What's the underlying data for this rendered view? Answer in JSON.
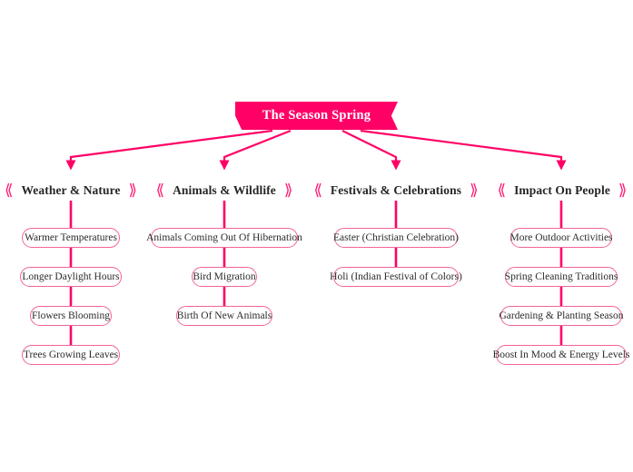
{
  "diagram": {
    "title": "The Season Spring",
    "colors": {
      "accent": "#FF0066",
      "chevron": "#FF1A75",
      "pill_border": "#F2649B",
      "text": "#262626",
      "background": "#FFFFFF"
    },
    "chevron_left": "⟪",
    "chevron_right": "⟫",
    "branches": [
      {
        "header": "Weather & Nature",
        "leaves": [
          "Warmer Temperatures",
          "Longer Daylight Hours",
          "Flowers Blooming",
          "Trees Growing Leaves"
        ]
      },
      {
        "header": "Animals & Wildlife",
        "leaves": [
          "Animals Coming Out Of Hibernation",
          "Bird Migration",
          "Birth Of New Animals"
        ]
      },
      {
        "header": "Festivals & Celebrations",
        "leaves": [
          "Easter (Christian Celebration)",
          "Holi (Indian Festival of Colors)"
        ]
      },
      {
        "header": "Impact On People",
        "leaves": [
          "More Outdoor Activities",
          "Spring Cleaning Traditions",
          "Gardening & Planting Season",
          "Boost In Mood & Energy Levels"
        ]
      }
    ]
  }
}
